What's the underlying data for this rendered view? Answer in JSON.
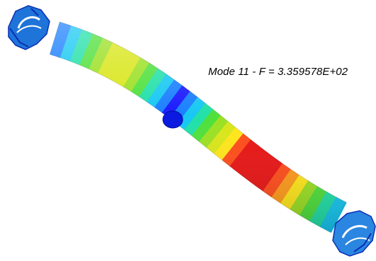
{
  "result": {
    "mode_label": "Mode 11 - F = 3.359578E+02",
    "mode_number": 11,
    "frequency": 335.9578
  },
  "colors": {
    "background": "#ffffff",
    "label_text": "#000000",
    "contour_scale": [
      "#1a1aff",
      "#1a7fff",
      "#17c8f2",
      "#22e0a8",
      "#4fe03c",
      "#9be024",
      "#d9e61a",
      "#ffe61a",
      "#ff9a1a",
      "#ff4d1a",
      "#e81414"
    ],
    "fitting": "#1e74d8",
    "fitting_dark": "#0a2fb4"
  }
}
